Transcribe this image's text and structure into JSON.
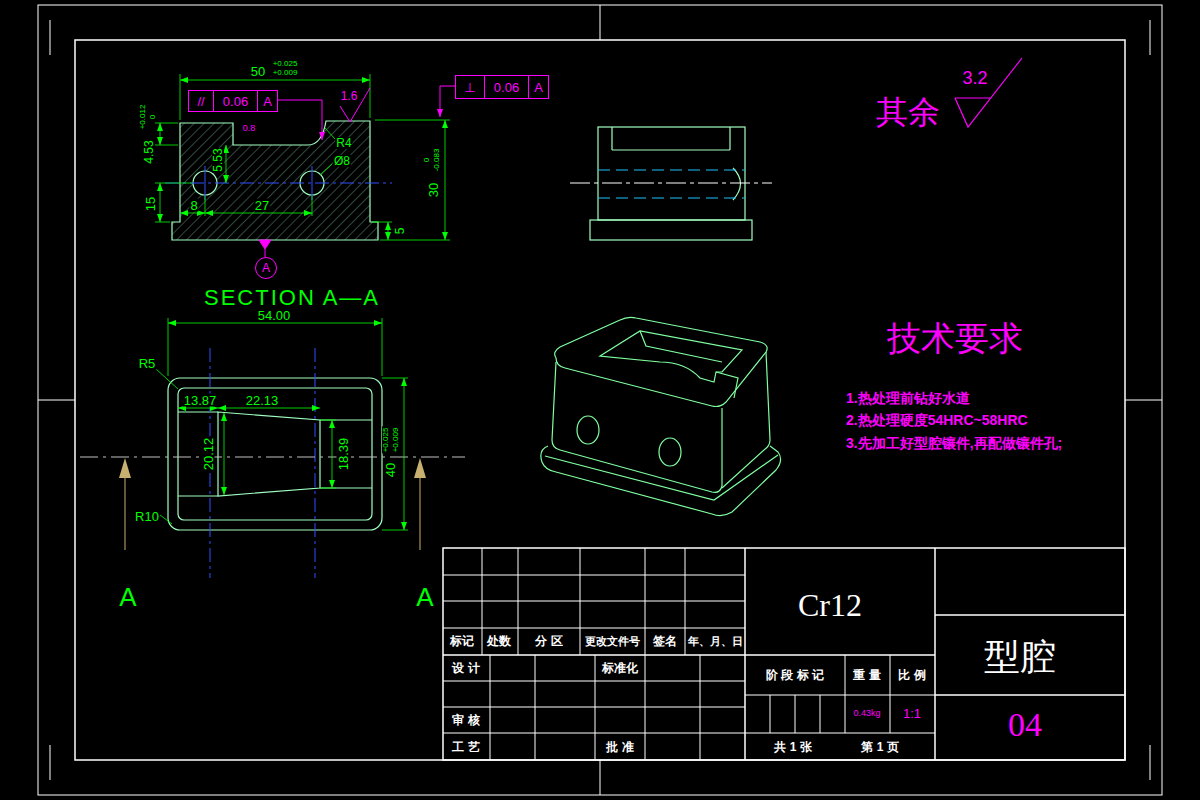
{
  "diagram": {
    "nodes": [
      {
        "text": [
          "//",
          "0.06",
          "A"
        ]
      },
      {
        "text": [
          "⊥",
          "0.06",
          "A"
        ]
      },
      {
        "text": [
          "A"
        ]
      }
    ],
    "labels": [
      "50",
      "+0.025",
      "+0.009",
      "1.6",
      "4.53",
      "+0.012",
      "0",
      "0.8",
      "R4",
      "Ø8",
      "5.53",
      "15",
      "8",
      "27",
      "30",
      "0",
      "-0.083",
      "5",
      "SECTION A—A",
      "54.00",
      "R5",
      "13.87",
      "22.13",
      "20.12",
      "18.39",
      "40",
      "+0.025",
      "+0.009",
      "R10",
      "A",
      "A",
      "其余",
      "3.2",
      "技术要求",
      "1.热处理前钻好水道",
      "2.热处理硬度54HRC~58HRC",
      "3.先加工好型腔镶件,再配做镶件孔;",
      "Cr12",
      "型腔",
      "04",
      "标记",
      "处数",
      "分 区",
      "更改文件号",
      "签名",
      "年、月、日",
      "设 计",
      "标准化",
      "阶 段 标 记",
      "重 量",
      "比 例",
      "0.43kg",
      "1:1",
      "审 核",
      "工 艺",
      "批 准",
      "共 1 张",
      "第 1 页"
    ]
  }
}
